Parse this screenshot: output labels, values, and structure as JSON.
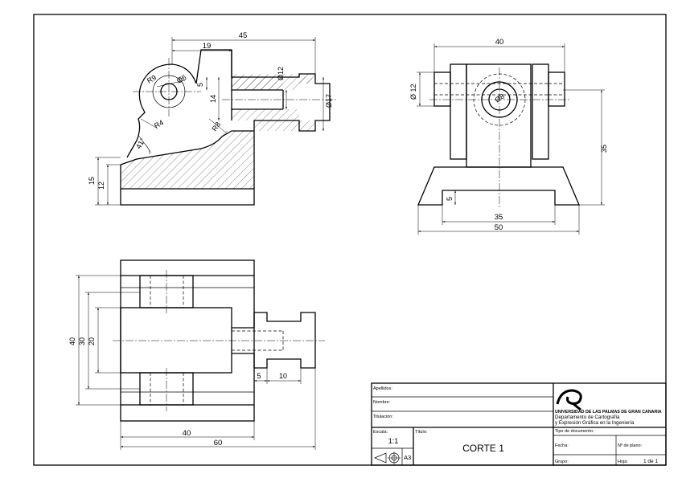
{
  "dimensions": {
    "top": {
      "d45": "45",
      "d19": "19",
      "r9": "R9",
      "phi6": "Ø6",
      "d5": "5",
      "phi12": "Ø12",
      "d14": "14",
      "phi17": "Ø17",
      "r4": "R4",
      "r8": "R8",
      "a41": "41°",
      "d15": "15",
      "d12": "12"
    },
    "right": {
      "d40": "40",
      "phi12": "Ø 12",
      "phi8": "Ø8",
      "d35v": "35",
      "d5": "5",
      "d35h": "35",
      "d50": "50"
    },
    "bottom": {
      "d40v": "40",
      "d30": "30",
      "d20": "20",
      "d5": "5",
      "d10": "10",
      "d40h": "40",
      "d60": "60"
    }
  },
  "title_block": {
    "apellidos": "Apellidos:",
    "nombre": "Nombre:",
    "titulacion": "Titulación:",
    "escala_label": "Escala:",
    "escala_value": "1:1",
    "titulo_label": "Título:",
    "titulo_value": "CORTE 1",
    "tipo_doc": "Tipo de documento:",
    "fecha": "Fecha:",
    "plano": "Nº de plano:",
    "grupo": "Grupo:",
    "hoja": "Hoja:",
    "hoja_value": "1  de  1",
    "format": "A3",
    "univ_line1": "UNIVERSIDAD DE LAS PALMAS DE GRAN CANARIA",
    "univ_line2": "Departamento de Cartografía",
    "univ_line3": "y Expresión Gráfica en la Ingeniería"
  }
}
